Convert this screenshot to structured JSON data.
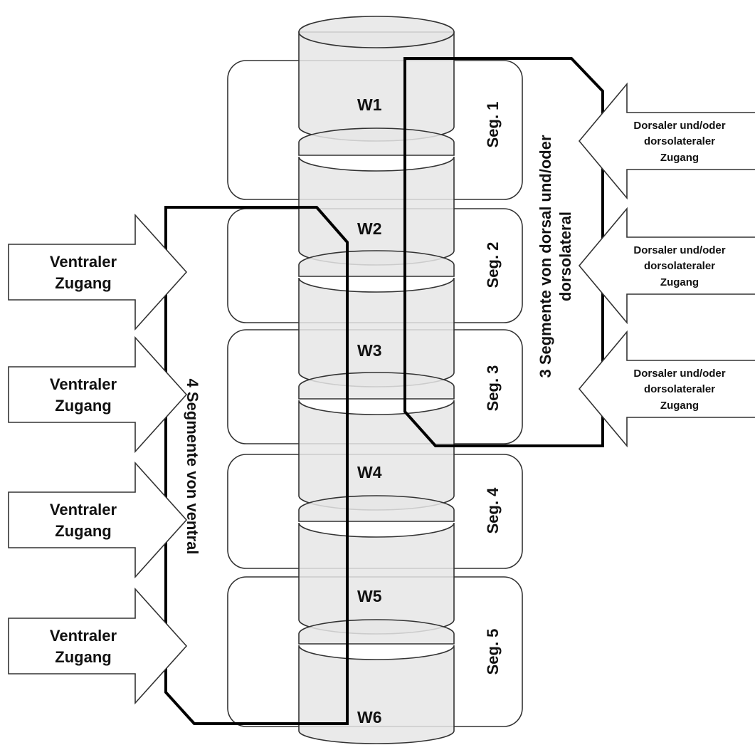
{
  "vertebrae": [
    "W1",
    "W2",
    "W3",
    "W4",
    "W5",
    "W6"
  ],
  "segments": [
    "Seg. 1",
    "Seg. 2",
    "Seg. 3",
    "Seg. 4",
    "Seg. 5"
  ],
  "ventral_access": {
    "line1": "Ventraler",
    "line2": "Zugang",
    "count": 4
  },
  "dorsal_access": {
    "line1": "Dorsaler und/oder",
    "line2": "dorsolateraler",
    "line3": "Zugang",
    "count": 3
  },
  "ventral_bracket_label": "4 Segmente von ventral",
  "dorsal_bracket_label_line1": "3 Segmente von dorsal und/oder",
  "dorsal_bracket_label_line2": "dorsolateral",
  "colors": {
    "cylinder_fill": "#e6e6e6",
    "stroke": "#333333",
    "bracket": "#000000",
    "background": "#ffffff"
  }
}
